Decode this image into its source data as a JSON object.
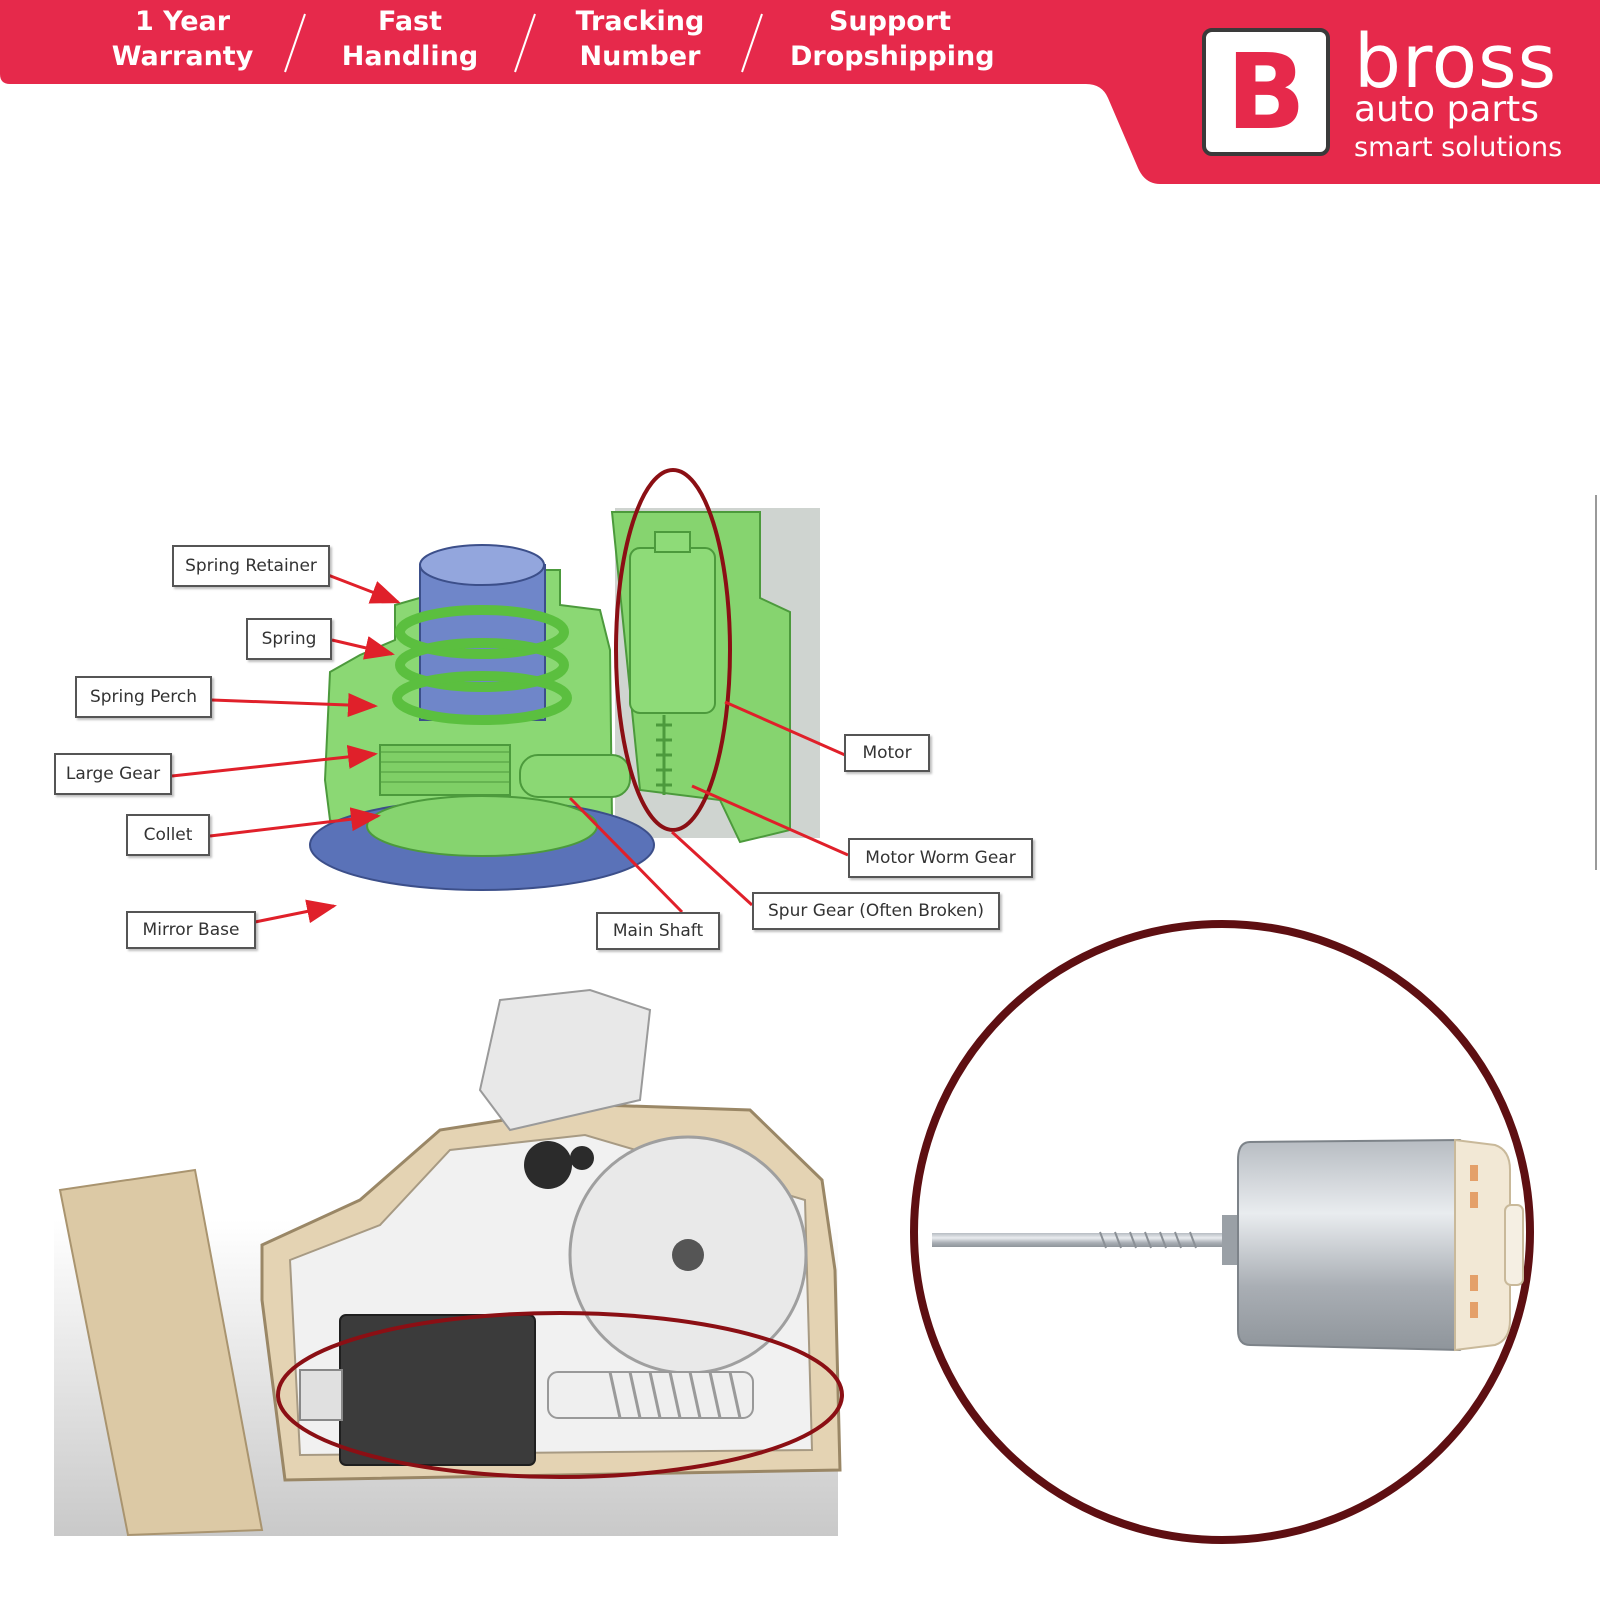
{
  "banner": {
    "features": [
      {
        "line1": "1 Year",
        "line2": "Warranty"
      },
      {
        "line1": "Fast",
        "line2": "Handling"
      },
      {
        "line1": "Tracking",
        "line2": "Number"
      },
      {
        "line1": "Support",
        "line2": "Dropshipping"
      }
    ],
    "logo_letter": "B",
    "brand_name": "bross",
    "brand_sub": "auto parts",
    "brand_tag": "smart solutions",
    "color": "#e6294b"
  },
  "diagram": {
    "labels": {
      "spring_retainer": "Spring Retainer",
      "spring": "Spring",
      "spring_perch": "Spring Perch",
      "large_gear": "Large Gear",
      "collet": "Collet",
      "mirror_base": "Mirror Base",
      "main_shaft": "Main Shaft",
      "spur_gear": "Spur Gear (Often Broken)",
      "motor": "Motor",
      "motor_worm_gear": "Motor Worm Gear"
    },
    "highlight_color": "#8b0f14",
    "arrow_color": "#e0202a"
  }
}
